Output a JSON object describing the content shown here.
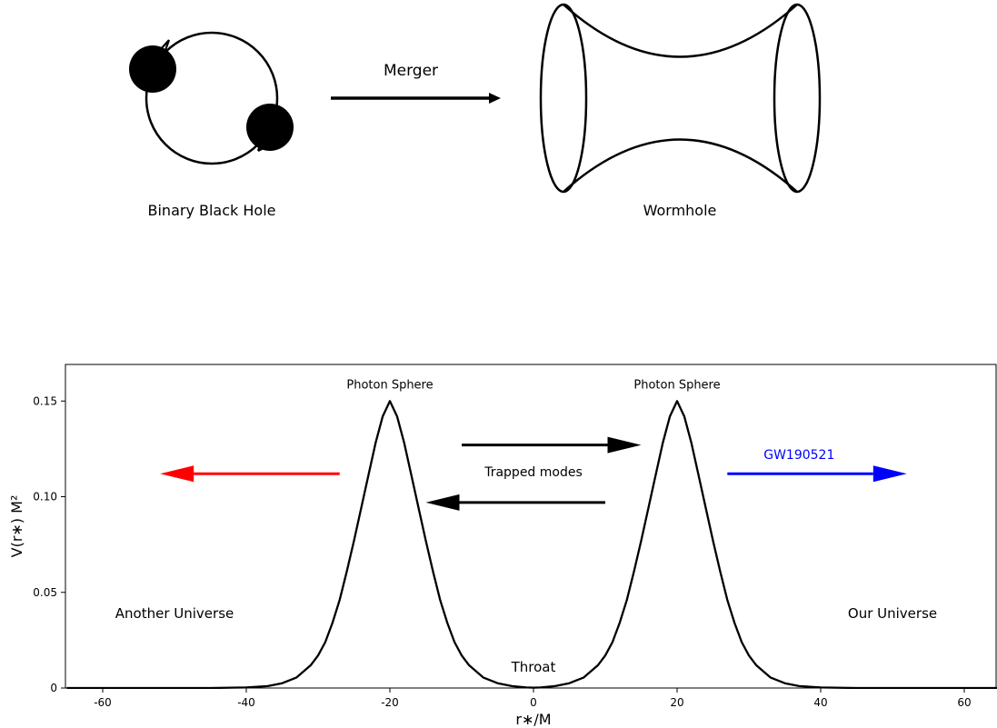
{
  "diagram": {
    "binary_label": "Binary Black Hole",
    "merger_label": "Merger",
    "wormhole_label": "Wormhole"
  },
  "chart_data": {
    "type": "line",
    "xlabel": "r∗/M",
    "ylabel": "V(r∗) M²",
    "xlim": [
      -65,
      65
    ],
    "ylim": [
      0,
      0.17
    ],
    "x_ticks": [
      -60,
      -40,
      -20,
      0,
      20,
      40,
      60
    ],
    "x_tick_labels": [
      "-60",
      "-40",
      "-20",
      "0",
      "20",
      "40",
      "60"
    ],
    "y_ticks": [
      0,
      0.05,
      0.1,
      0.15
    ],
    "y_tick_labels": [
      "0",
      "0.05",
      "0.10",
      "0.15"
    ],
    "grid": false,
    "series": [
      {
        "color": "#000000",
        "x": [
          -65,
          -60,
          -55,
          -50,
          -45,
          -40,
          -37,
          -35,
          -33,
          -31,
          -30,
          -29,
          -28,
          -27,
          -26,
          -25,
          -24,
          -23,
          -22,
          -21,
          -20,
          -19,
          -18,
          -17,
          -16,
          -15,
          -14,
          -13,
          -12,
          -11,
          -10,
          -9,
          -7,
          -5,
          -3,
          -1,
          0,
          1,
          3,
          5,
          7,
          9,
          10,
          11,
          12,
          13,
          14,
          15,
          16,
          17,
          18,
          19,
          20,
          21,
          22,
          23,
          24,
          25,
          26,
          27,
          28,
          29,
          30,
          31,
          33,
          35,
          37,
          40,
          45,
          50,
          55,
          60,
          65
        ],
        "y": [
          0,
          0,
          0,
          0,
          0,
          0.0003,
          0.001,
          0.0025,
          0.0055,
          0.012,
          0.017,
          0.024,
          0.034,
          0.046,
          0.061,
          0.077,
          0.094,
          0.111,
          0.128,
          0.142,
          0.15,
          0.142,
          0.128,
          0.111,
          0.094,
          0.077,
          0.061,
          0.046,
          0.034,
          0.024,
          0.017,
          0.012,
          0.0055,
          0.0025,
          0.001,
          0.0003,
          0.0002,
          0.0003,
          0.001,
          0.0025,
          0.0055,
          0.012,
          0.017,
          0.024,
          0.034,
          0.046,
          0.061,
          0.077,
          0.094,
          0.111,
          0.128,
          0.142,
          0.15,
          0.142,
          0.128,
          0.111,
          0.094,
          0.077,
          0.061,
          0.046,
          0.034,
          0.024,
          0.017,
          0.012,
          0.0055,
          0.0025,
          0.001,
          0.0003,
          0,
          0,
          0,
          0,
          0
        ]
      }
    ],
    "annotations": [
      {
        "text": "Photon Sphere",
        "x": -20,
        "y": 0.159,
        "color": "#000000"
      },
      {
        "text": "Photon Sphere",
        "x": 20,
        "y": 0.159,
        "color": "#000000"
      },
      {
        "text": "Trapped modes",
        "x": 0,
        "y": 0.113,
        "color": "#000000"
      },
      {
        "text": "GW190521",
        "x": 37,
        "y": 0.122,
        "color": "#0000ff"
      },
      {
        "text": "Another Universe",
        "x": -50,
        "y": 0.039,
        "color": "#000000"
      },
      {
        "text": "Our Universe",
        "x": 50,
        "y": 0.039,
        "color": "#000000"
      },
      {
        "text": "Throat",
        "x": 0,
        "y": 0.011,
        "color": "#000000"
      }
    ],
    "arrows": [
      {
        "from": [
          -27,
          0.112
        ],
        "to": [
          -52,
          0.112
        ],
        "color": "#ff0000"
      },
      {
        "from": [
          27,
          0.112
        ],
        "to": [
          52,
          0.112
        ],
        "color": "#0000ff"
      },
      {
        "from": [
          -10,
          0.127
        ],
        "to": [
          15,
          0.127
        ],
        "color": "#000000"
      },
      {
        "from": [
          10,
          0.097
        ],
        "to": [
          -15,
          0.097
        ],
        "color": "#000000"
      }
    ]
  }
}
